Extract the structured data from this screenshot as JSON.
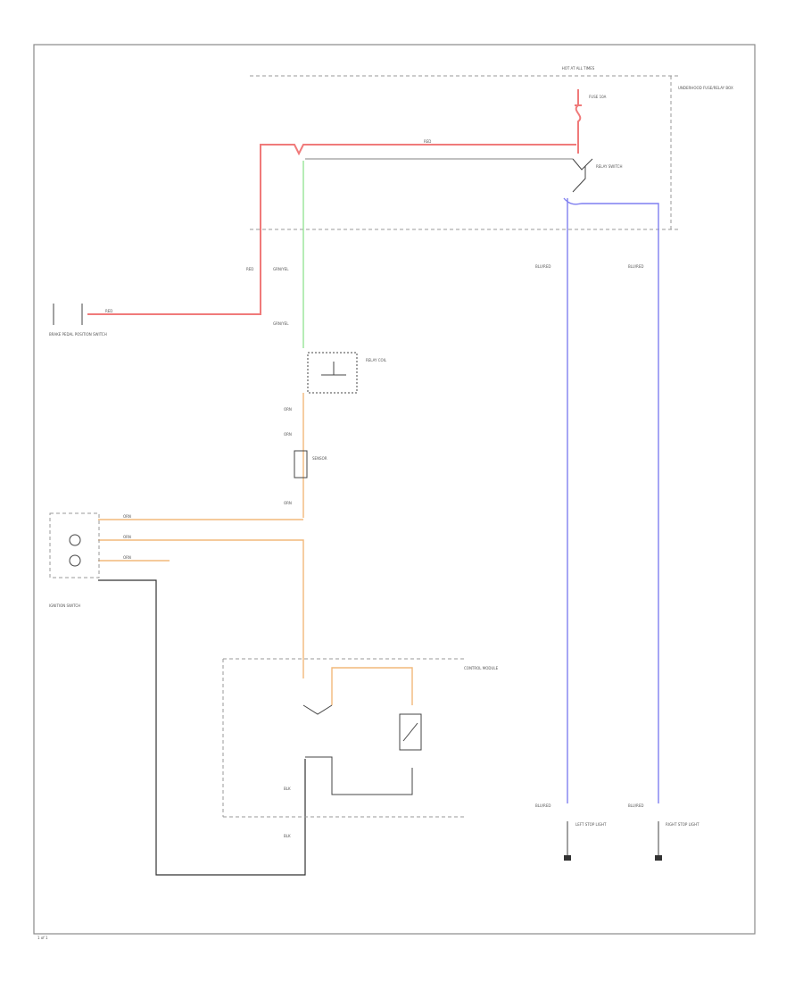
{
  "header": {
    "power_label": "HOT AT ALL TIMES",
    "fuse_label": "FUSE 10A",
    "fuse_box_label": "UNDERHOOD FUSE/RELAY BOX"
  },
  "component_labels": {
    "brake_pedal_switch": "BRAKE PEDAL POSITION SWITCH",
    "relay_coil_label": "RELAY COIL",
    "relay_switch_label": "RELAY SWITCH",
    "ign_switch": "IGNITION SWITCH",
    "sensor_label": "SENSOR",
    "control_module": "CONTROL MODULE",
    "stop_light_left": "LEFT STOP LIGHT",
    "stop_light_right": "RIGHT STOP LIGHT"
  },
  "wire_labels": {
    "red1": "RED",
    "red2": "RED",
    "red3": "RED",
    "grn1": "GRN/YEL",
    "grn2": "GRN/YEL",
    "blu1": "BLU/RED",
    "blu2": "BLU/RED",
    "blu3": "BLU/RED",
    "blu4": "BLU/RED",
    "org1": "ORN",
    "org2": "ORN",
    "org3": "ORN",
    "org4": "ORN",
    "org5": "ORN",
    "org6": "ORN",
    "blk1": "BLK",
    "blk2": "BLK"
  },
  "footer": {
    "page_ref": "1 of 1"
  }
}
